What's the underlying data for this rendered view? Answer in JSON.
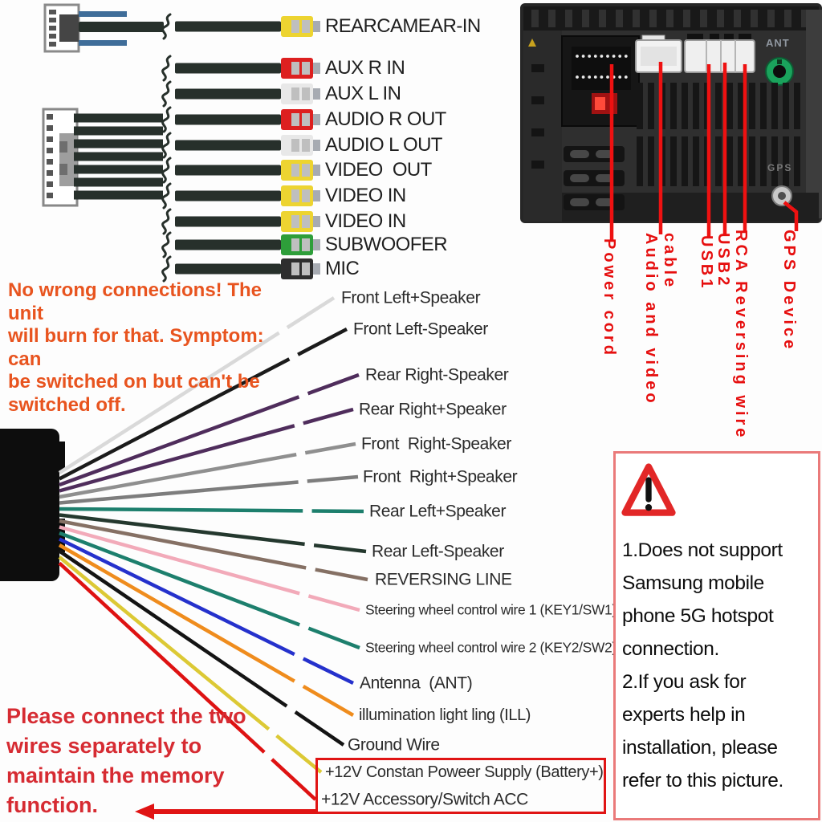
{
  "rca_section": {
    "items": [
      {
        "label": "REARCAMEAR-IN",
        "color": "yellow"
      },
      {
        "label": "AUX R IN",
        "color": "red"
      },
      {
        "label": "AUX L IN",
        "color": "white"
      },
      {
        "label": "AUDIO R OUT",
        "color": "red"
      },
      {
        "label": "AUDIO L OUT",
        "color": "white"
      },
      {
        "label": "VIDEO  OUT",
        "color": "yellow"
      },
      {
        "label": "VIDEO IN",
        "color": "yellow"
      },
      {
        "label": "VIDEO IN",
        "color": "yellow"
      },
      {
        "label": "SUBWOOFER",
        "color": "green"
      },
      {
        "label": "MIC",
        "color": "black"
      }
    ]
  },
  "harness_section": {
    "wires": [
      {
        "label": "Front Left+Speaker",
        "color": "#d9d9d9"
      },
      {
        "label": "Front Left-Speaker",
        "color": "#1b1b1b"
      },
      {
        "label": "Rear Right-Speaker",
        "color": "#4f2d5c"
      },
      {
        "label": "Rear Right+Speaker",
        "color": "#4f2d5c"
      },
      {
        "label": "Front  Right-Speaker",
        "color": "#8f8f8f"
      },
      {
        "label": "Front  Right+Speaker",
        "color": "#7d7d7d"
      },
      {
        "label": "Rear Left+Speaker",
        "color": "#1d7f6d"
      },
      {
        "label": "Rear Left-Speaker",
        "color": "#24382e"
      },
      {
        "label": "REVERSING LINE",
        "color": "#857064"
      },
      {
        "label": "Steering wheel control wire 1 (KEY1/SW1)",
        "color": "#f2aab9"
      },
      {
        "label": "Steering wheel control wire 2 (KEY2/SW2)",
        "color": "#1d7f6d"
      },
      {
        "label": "Antenna  (ANT)",
        "color": "#2531cc"
      },
      {
        "label": "illumination light ling (ILL)",
        "color": "#ef8c1d"
      },
      {
        "label": "Ground Wire",
        "color": "#141414"
      },
      {
        "label": "+12V Constan Poweer Supply (Battery+)",
        "color": "#dcc935"
      },
      {
        "label": "+12V Accessory/Switch ACC",
        "color": "#de1212"
      }
    ]
  },
  "unit_photo": {
    "ant_label": "ANT",
    "gps_label": "GPS",
    "callouts": {
      "power": "Power cord",
      "audio_video": "Audio and video cable",
      "usb1": "USB1",
      "usb2": "USB2",
      "rca_reversing": "RCA Reversing wire",
      "gps_device": "GPS Device"
    }
  },
  "notes": {
    "no_wrong_connections": [
      "No wrong connections! The unit",
      "will burn for that. Symptom: can",
      "be switched on but can't be",
      "switched off."
    ],
    "memory_function": [
      "Please connect the two",
      "wires separately to",
      "maintain the memory",
      "function."
    ],
    "warning_box": [
      "1.Does not support",
      "Samsung mobile",
      "phone 5G hotspot",
      "connection.",
      "2.If you ask for",
      "experts  help in",
      "installation, please",
      "refer to this picture."
    ]
  },
  "colors": {
    "callout_red": "#ee1111",
    "accent_red_box": "#e01414",
    "warn_border": "#ea7a7a",
    "note_orange": "#e8541f",
    "note_red": "#d62b32",
    "cable_dark": "#27302b",
    "plug_yellow": "#edd431",
    "plug_red": "#dd2020",
    "plug_white": "#e8e8e8",
    "plug_green": "#2e9e3a",
    "plug_black": "#2e2e2e",
    "ant_green": "#1aa35c"
  }
}
